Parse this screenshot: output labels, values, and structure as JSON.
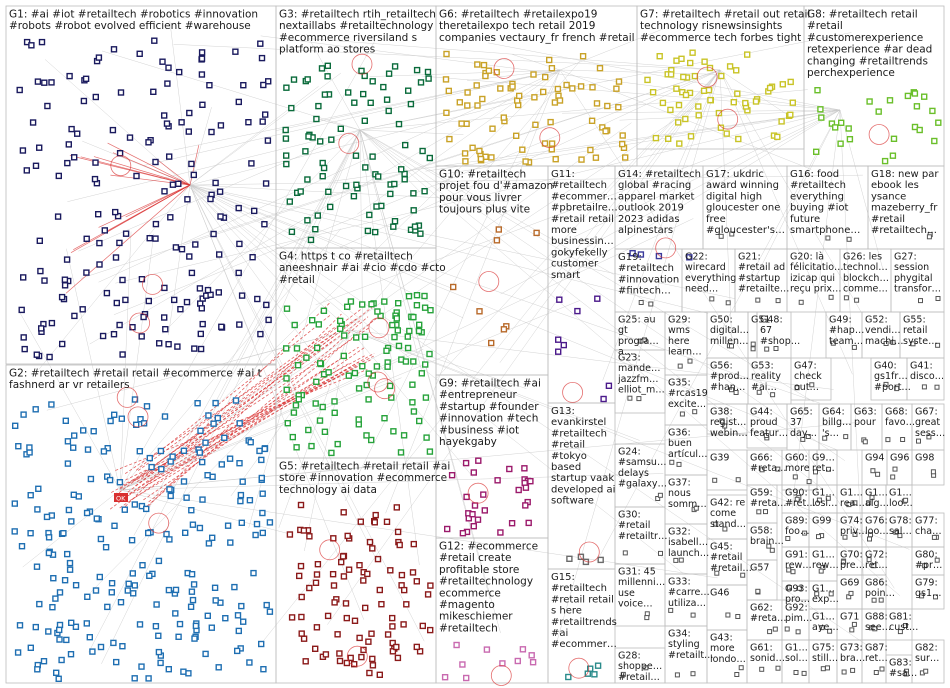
{
  "groups": [
    {
      "id": "G1",
      "lines": [
        "G1: #ai #iot #retailtech #robotics #innovation",
        "#robots #robot evolved efficient #warehouse"
      ],
      "color": "#1a1a5e"
    },
    {
      "id": "G2",
      "lines": [
        "G2: #retailtech #retail retail #ecommerce #ai t",
        "fashnerd ar vr retailers"
      ],
      "color": "#1f6fb2"
    },
    {
      "id": "G3",
      "lines": [
        "G3: #retailtech rtih_retailtech",
        "nextaillabs #retailtechnology",
        "#ecommerce riversiland s",
        "platform ao stores"
      ],
      "color": "#0a6b3b"
    },
    {
      "id": "G4",
      "lines": [
        "G4: https t co #retailtech",
        "aneeshnair #ai #cio #cdo #cto",
        "#retail"
      ],
      "color": "#27a33b"
    },
    {
      "id": "G5",
      "lines": [
        "G5: #retailtech #retail retail #ai",
        "store #innovation #ecommerce",
        "technology ai data"
      ],
      "color": "#8b1a1a"
    },
    {
      "id": "G6",
      "lines": [
        "G6: #retailtech #retailexpo19",
        "theretailexpo tech retail 2019",
        "companies vectaury_fr french #retail"
      ],
      "color": "#c9a227"
    },
    {
      "id": "G7",
      "lines": [
        "G7: #retailtech #retail out retail",
        "technology risnewsinsights",
        "#ecommerce tech forbes tight"
      ],
      "color": "#c9c427"
    },
    {
      "id": "G8",
      "lines": [
        "G8: #retailtech retail",
        "#retail",
        "#customerexperience",
        "retexperience #ar dead",
        "changing #retailtrends",
        "perchexperience"
      ],
      "color": "#6abf2a"
    },
    {
      "id": "G9",
      "lines": [
        "G9: #retailtech #ai",
        "#entrepreneur",
        "#startup #founder",
        "#innovation #tech",
        "#business #iot",
        "hayekgaby"
      ],
      "color": "#9b1a6b"
    },
    {
      "id": "G10",
      "lines": [
        "G10: #retailtech",
        "projet fou d'#amazon",
        "pour vous livrer",
        "toujours plus vite"
      ],
      "color": "#b86a2a"
    },
    {
      "id": "G11",
      "lines": [
        "G11:",
        "#retailtech",
        "#ecommer…",
        "#pbretailre…",
        "#retail retail",
        "more",
        "businessin…",
        "gokyfekelly",
        "customer",
        "smart"
      ],
      "color": "#4b1a8b"
    },
    {
      "id": "G12",
      "lines": [
        "G12: #ecommerce",
        "#retail create",
        "profitable store",
        "#retailtechnology",
        "ecommerce",
        "#magento",
        "mikeschiemer",
        "#retailtech"
      ],
      "color": "#c96ab0"
    },
    {
      "id": "G13",
      "lines": [
        "G13:",
        "evankirstel",
        "#retailtech",
        "#retail",
        "#tokyo",
        "based",
        "startup vaak",
        "developed ai",
        "software"
      ],
      "color": "#6a6a6a"
    },
    {
      "id": "G14",
      "lines": [
        "G14: #retailtech",
        "global #racing",
        "apparel market",
        "outlook 2019",
        "2023 adidas",
        "alpinestars"
      ],
      "color": "#3a3a9b"
    },
    {
      "id": "G15",
      "lines": [
        "G15:",
        "#retailtech",
        "#retail retail",
        "s here",
        "#retailtrends",
        "#ai",
        "#ecommer…"
      ],
      "color": "#2a8b8b"
    },
    {
      "id": "G16",
      "lines": [
        "G16: food",
        "#retailtech",
        "everything",
        "buying #iot",
        "future",
        "smartphone…"
      ],
      "color": "#8b6a2a"
    },
    {
      "id": "G17",
      "lines": [
        "G17: ukdric",
        "award winning",
        "digital high",
        "gloucester one",
        "free",
        "#gloucester's…"
      ],
      "color": "#2a6a8b"
    },
    {
      "id": "G18",
      "lines": [
        "G18: new par",
        "ebook les",
        "ysance",
        "mazeberry_fr",
        "#retail",
        "#retailtech…"
      ],
      "color": "#6a2a8b"
    },
    {
      "id": "G19",
      "lines": [
        "G19:",
        "#retailtech",
        "#innovation",
        "#fintech…"
      ],
      "color": "#2a2a2a"
    },
    {
      "id": "G20",
      "lines": [
        "G20: là",
        "félicitatio…",
        "izicap qui",
        "reçu prix…"
      ],
      "color": "#2a2a2a"
    },
    {
      "id": "G21",
      "lines": [
        "G21:",
        "#retail ad",
        "#startup",
        "#retailte…"
      ],
      "color": "#2a2a2a"
    },
    {
      "id": "G22",
      "lines": [
        "G22:",
        "wirecard",
        "everything",
        "need…"
      ],
      "color": "#2a2a2a"
    },
    {
      "id": "G23",
      "lines": [
        "G23:",
        "mande…",
        "jazzfm…",
        "elliot_m…"
      ],
      "color": "#2a2a2a"
    },
    {
      "id": "G24",
      "lines": [
        "G24:",
        "#samsu…",
        "delays",
        "#galaxy…"
      ],
      "color": "#2a2a2a"
    },
    {
      "id": "G25",
      "lines": [
        "G25: au",
        "gt",
        "progra…",
        "a…"
      ],
      "color": "#2a2a2a"
    },
    {
      "id": "G26",
      "lines": [
        "G26: les",
        "technol…",
        "blockch…",
        "comme…"
      ],
      "color": "#2a2a2a"
    },
    {
      "id": "G27",
      "lines": [
        "G27:",
        "session",
        "phygital",
        "transfor…"
      ],
      "color": "#2a2a2a"
    },
    {
      "id": "G28",
      "lines": [
        "G28:",
        "shoppe…",
        "#retail…"
      ],
      "color": "#2a2a2a"
    },
    {
      "id": "G29",
      "lines": [
        "G29:",
        "wms",
        "here",
        "learn…"
      ],
      "color": "#2a2a2a"
    },
    {
      "id": "G30",
      "lines": [
        "G30:",
        "#retail",
        "#retailtr…"
      ],
      "color": "#2a2a2a"
    },
    {
      "id": "G31",
      "lines": [
        "G31: 45",
        "millenni…",
        "use",
        "voice…"
      ],
      "color": "#2a2a2a"
    },
    {
      "id": "G32",
      "lines": [
        "G32:",
        "isabell…",
        "launch…"
      ],
      "color": "#2a2a2a"
    },
    {
      "id": "G33",
      "lines": [
        "G33:",
        "#carre…",
        "utiliza…"
      ],
      "color": "#2a2a2a"
    },
    {
      "id": "G34",
      "lines": [
        "G34:",
        "styling",
        "#retailt…"
      ],
      "color": "#2a2a2a"
    },
    {
      "id": "G35",
      "lines": [
        "G35:",
        "#rcas19",
        "excite…"
      ],
      "color": "#2a2a2a"
    },
    {
      "id": "G36",
      "lines": [
        "G36:",
        "buen",
        "artícul…"
      ],
      "color": "#2a2a2a"
    },
    {
      "id": "G37",
      "lines": [
        "G37:",
        "nous",
        "somm…"
      ],
      "color": "#2a2a2a"
    },
    {
      "id": "G38",
      "lines": [
        "G38:",
        "regist…",
        "webin…"
      ],
      "color": "#2a2a2a"
    },
    {
      "id": "G39",
      "lines": [
        "G39"
      ],
      "color": "#2a2a2a"
    },
    {
      "id": "G40",
      "lines": [
        "G40:",
        "gs1fr…",
        "#port…"
      ],
      "color": "#2a2a2a"
    },
    {
      "id": "G41",
      "lines": [
        "G41:",
        "disco…"
      ],
      "color": "#2a2a2a"
    },
    {
      "id": "G42",
      "lines": [
        "G42: re",
        "come",
        "stand…"
      ],
      "color": "#2a2a2a"
    },
    {
      "id": "G43",
      "lines": [
        "G43:",
        "more",
        "londo…"
      ],
      "color": "#2a2a2a"
    },
    {
      "id": "G44",
      "lines": [
        "G44:",
        "proud",
        "featur…"
      ],
      "color": "#2a2a2a"
    },
    {
      "id": "G45",
      "lines": [
        "G45:",
        "#retail",
        "#retail…"
      ],
      "color": "#2a2a2a"
    },
    {
      "id": "G46",
      "lines": [
        "G46"
      ],
      "color": "#2a2a2a"
    },
    {
      "id": "G47",
      "lines": [
        "G47:",
        "check",
        "out…"
      ],
      "color": "#2a2a2a"
    },
    {
      "id": "G48",
      "lines": [
        "G48:",
        "67",
        "#shop…"
      ],
      "color": "#2a2a2a"
    },
    {
      "id": "G49",
      "lines": [
        "G49:",
        "#hap…",
        "team…"
      ],
      "color": "#2a2a2a"
    },
    {
      "id": "G50",
      "lines": [
        "G50:",
        "digital…",
        "millen…"
      ],
      "color": "#2a2a2a"
    },
    {
      "id": "G51",
      "lines": [
        "G51"
      ],
      "color": "#2a2a2a"
    },
    {
      "id": "G52",
      "lines": [
        "G52:",
        "vendi…",
        "machi…"
      ],
      "color": "#2a2a2a"
    },
    {
      "id": "G53",
      "lines": [
        "G53:",
        "reality",
        "#ai…"
      ],
      "color": "#2a2a2a"
    },
    {
      "id": "G54",
      "lines": [
        "G54:",
        "trends"
      ],
      "color": "#2a2a2a"
    },
    {
      "id": "G55",
      "lines": [
        "G55:",
        "retail",
        "syste…"
      ],
      "color": "#2a2a2a"
    },
    {
      "id": "G56",
      "lines": [
        "G56:",
        "#prod…",
        "#han…"
      ],
      "color": "#2a2a2a"
    },
    {
      "id": "G57",
      "lines": [
        "G57"
      ],
      "color": "#2a2a2a"
    },
    {
      "id": "G58",
      "lines": [
        "G58:",
        "brain…"
      ],
      "color": "#2a2a2a"
    },
    {
      "id": "G59",
      "lines": [
        "G59:",
        "#reta…"
      ],
      "color": "#2a2a2a"
    },
    {
      "id": "G60",
      "lines": [
        "G60:",
        "more"
      ],
      "color": "#2a2a2a"
    },
    {
      "id": "G61",
      "lines": [
        "G61:",
        "sonid…"
      ],
      "color": "#2a2a2a"
    },
    {
      "id": "G62",
      "lines": [
        "G62:",
        "#reta…"
      ],
      "color": "#2a2a2a"
    },
    {
      "id": "G63",
      "lines": [
        "G63:",
        "pour"
      ],
      "color": "#2a2a2a"
    },
    {
      "id": "G64",
      "lines": [
        "G64:",
        "billg…",
        "'s…"
      ],
      "color": "#2a2a2a"
    },
    {
      "id": "G65",
      "lines": [
        "G65:",
        "37",
        "day…"
      ],
      "color": "#2a2a2a"
    },
    {
      "id": "G66",
      "lines": [
        "G66:",
        "#reta…"
      ],
      "color": "#2a2a2a"
    },
    {
      "id": "G67",
      "lines": [
        "G67:",
        "great",
        "sess…"
      ],
      "color": "#2a2a2a"
    },
    {
      "id": "G68",
      "lines": [
        "G68:",
        "favo…"
      ],
      "color": "#2a2a2a"
    },
    {
      "id": "G69",
      "lines": [
        "G69"
      ],
      "color": "#2a2a2a"
    },
    {
      "id": "G70",
      "lines": [
        "G70:",
        "pre…"
      ],
      "color": "#2a2a2a"
    },
    {
      "id": "G71",
      "lines": [
        "G71"
      ],
      "color": "#2a2a2a"
    },
    {
      "id": "G72",
      "lines": [
        "G72:",
        "ret…"
      ],
      "color": "#2a2a2a"
    },
    {
      "id": "G73",
      "lines": [
        "G73:",
        "bra…"
      ],
      "color": "#2a2a2a"
    },
    {
      "id": "G74",
      "lines": [
        "G74:",
        "priv…"
      ],
      "color": "#2a2a2a"
    },
    {
      "id": "G75",
      "lines": [
        "G75:",
        "still…"
      ],
      "color": "#2a2a2a"
    },
    {
      "id": "G76",
      "lines": [
        "G76:",
        "loo…"
      ],
      "color": "#2a2a2a"
    },
    {
      "id": "G77",
      "lines": [
        "G77:",
        "cha…"
      ],
      "color": "#2a2a2a"
    },
    {
      "id": "G78",
      "lines": [
        "G78:",
        "sal…"
      ],
      "color": "#2a2a2a"
    },
    {
      "id": "G79",
      "lines": [
        "G79:",
        "gs1…"
      ],
      "color": "#2a2a2a"
    },
    {
      "id": "G80",
      "lines": [
        "G80:",
        "#pr…"
      ],
      "color": "#2a2a2a"
    },
    {
      "id": "G81",
      "lines": [
        "G81:",
        "cust…"
      ],
      "color": "#2a2a2a"
    },
    {
      "id": "G82",
      "lines": [
        "G82:",
        "sur…"
      ],
      "color": "#2a2a2a"
    },
    {
      "id": "G83",
      "lines": [
        "G83:",
        "#sa…"
      ],
      "color": "#2a2a2a"
    },
    {
      "id": "G84",
      "lines": [
        "G84:",
        "#cu…"
      ],
      "color": "#2a2a2a"
    },
    {
      "id": "G85",
      "lines": [
        "G85:",
        "digi…"
      ],
      "color": "#2a2a2a"
    },
    {
      "id": "G86",
      "lines": [
        "G86:",
        "poin…"
      ],
      "color": "#2a2a2a"
    },
    {
      "id": "G87",
      "lines": [
        "G87:",
        "ret…"
      ],
      "color": "#2a2a2a"
    },
    {
      "id": "G88",
      "lines": [
        "G88:",
        "see…"
      ],
      "color": "#2a2a2a"
    },
    {
      "id": "G89",
      "lines": [
        "G89:",
        "foo…"
      ],
      "color": "#2a2a2a"
    },
    {
      "id": "G90",
      "lines": [
        "G90:",
        "#ret…"
      ],
      "color": "#2a2a2a"
    },
    {
      "id": "G91",
      "lines": [
        "G91:",
        "rew…"
      ],
      "color": "#2a2a2a"
    },
    {
      "id": "G92",
      "lines": [
        "G92:",
        "pim…"
      ],
      "color": "#2a2a2a"
    },
    {
      "id": "G93",
      "lines": [
        "G93:",
        "pro…"
      ],
      "color": "#2a2a2a"
    },
    {
      "id": "G94",
      "lines": [
        "G94"
      ],
      "color": "#2a2a2a"
    },
    {
      "id": "G96",
      "lines": [
        "G96"
      ],
      "color": "#2a2a2a"
    },
    {
      "id": "G98",
      "lines": [
        "G98"
      ],
      "color": "#2a2a2a"
    },
    {
      "id": "G99",
      "lines": [
        "G99"
      ],
      "color": "#2a2a2a"
    },
    {
      "id": "G9x",
      "lines": [
        "G9…",
        "ret…"
      ],
      "color": "#2a2a2a"
    },
    {
      "id": "G1a",
      "lines": [
        "G1…",
        "losi…"
      ],
      "color": "#2a2a2a"
    },
    {
      "id": "G1b",
      "lines": [
        "G1…",
        "rea…"
      ],
      "color": "#2a2a2a"
    },
    {
      "id": "G1c",
      "lines": [
        "G1…",
        "alg…"
      ],
      "color": "#2a2a2a"
    },
    {
      "id": "G1d",
      "lines": [
        "G1…",
        "loo…"
      ],
      "color": "#2a2a2a"
    },
    {
      "id": "G1e",
      "lines": [
        "G1…",
        "rew…"
      ],
      "color": "#2a2a2a"
    },
    {
      "id": "G1f",
      "lines": [
        "G1…",
        "exp…"
      ],
      "color": "#2a2a2a"
    },
    {
      "id": "G1g",
      "lines": [
        "G1…",
        "aye…"
      ],
      "color": "#2a2a2a"
    },
    {
      "id": "G1h",
      "lines": [
        "G1…",
        "sol…"
      ],
      "color": "#2a2a2a"
    },
    {
      "id": "G1i",
      "lines": [
        "G1…"
      ],
      "color": "#2a2a2a"
    }
  ],
  "edge_color": "#d93030",
  "grid_color": "#bdbdbd",
  "node_badge": "OK"
}
